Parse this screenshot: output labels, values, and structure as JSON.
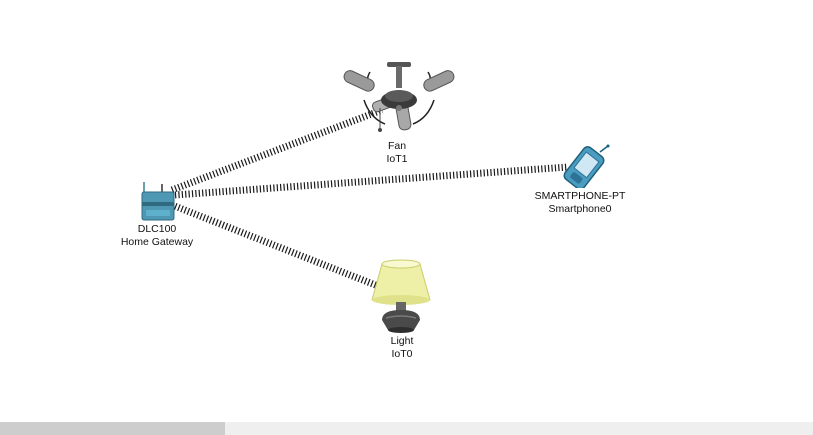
{
  "devices": {
    "fan": {
      "model": "Fan",
      "name": "IoT1",
      "icon": "ceiling-fan-icon"
    },
    "gateway": {
      "model": "DLC100",
      "name": "Home Gateway",
      "icon": "home-gateway-icon"
    },
    "smartphone": {
      "model": "SMARTPHONE-PT",
      "name": "Smartphone0",
      "icon": "smartphone-icon"
    },
    "light": {
      "model": "Light",
      "name": "IoT0",
      "icon": "lamp-icon"
    }
  },
  "links": [
    {
      "from": "gateway",
      "to": "fan",
      "type": "wireless"
    },
    {
      "from": "gateway",
      "to": "smartphone",
      "type": "wireless"
    },
    {
      "from": "gateway",
      "to": "light",
      "type": "wireless"
    }
  ],
  "colors": {
    "link": "#1a1a1a",
    "gateway": "#4f98b3",
    "smartphone": "#4a9cc0",
    "lamp_shade": "#eef0a8",
    "lamp_base": "#4a4a4a"
  }
}
